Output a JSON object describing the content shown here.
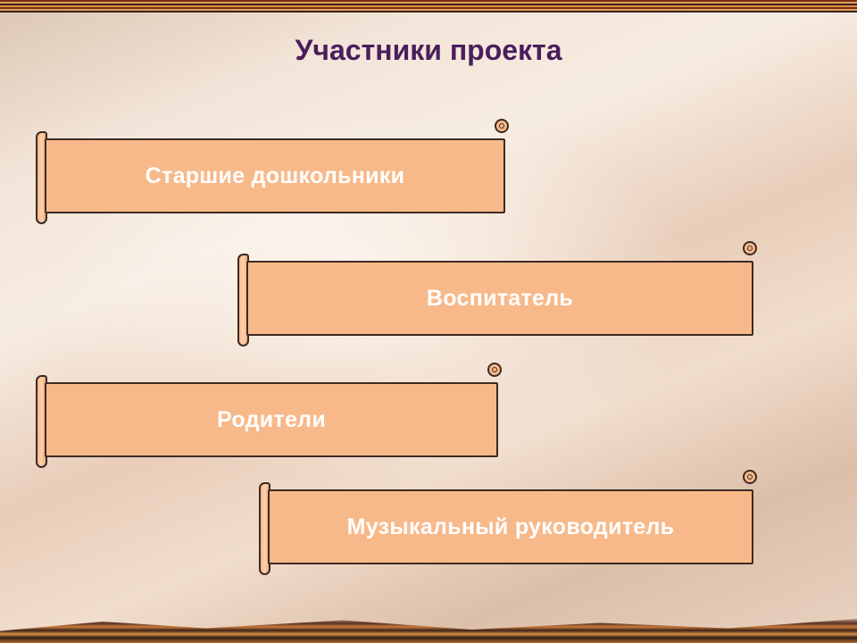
{
  "slide": {
    "title": "Участники проекта",
    "participants": [
      {
        "label": "Старшие дошкольники"
      },
      {
        "label": "Воспитатель"
      },
      {
        "label": "Родители"
      },
      {
        "label": "Музыкальный руководитель"
      }
    ]
  },
  "colors": {
    "title": "#4a1e5c",
    "scroll_fill": "#f8b98a",
    "scroll_text": "#ffffff",
    "outline": "#3d2a22"
  },
  "icons": {
    "scroll_shape": "scroll-banner-icon"
  }
}
